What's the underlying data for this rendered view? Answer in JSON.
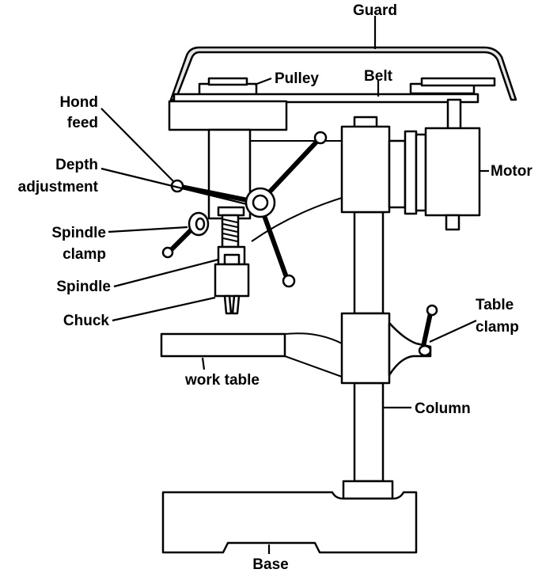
{
  "labels": {
    "guard": "Guard",
    "pulley": "Pulley",
    "belt": "Belt",
    "hand_feed_line1": "Hond",
    "hand_feed_line2": "feed",
    "depth_adjustment_line1": "Depth",
    "depth_adjustment_line2": "adjustment",
    "motor": "Motor",
    "spindle_clamp_line1": "Spindle",
    "spindle_clamp_line2": "clamp",
    "spindle": "Spindle",
    "chuck": "Chuck",
    "table_clamp_line1": "Table",
    "table_clamp_line2": "clamp",
    "work_table": "work table",
    "column": "Column",
    "base": "Base"
  },
  "colors": {
    "ink": "#000000",
    "background": "#ffffff"
  }
}
